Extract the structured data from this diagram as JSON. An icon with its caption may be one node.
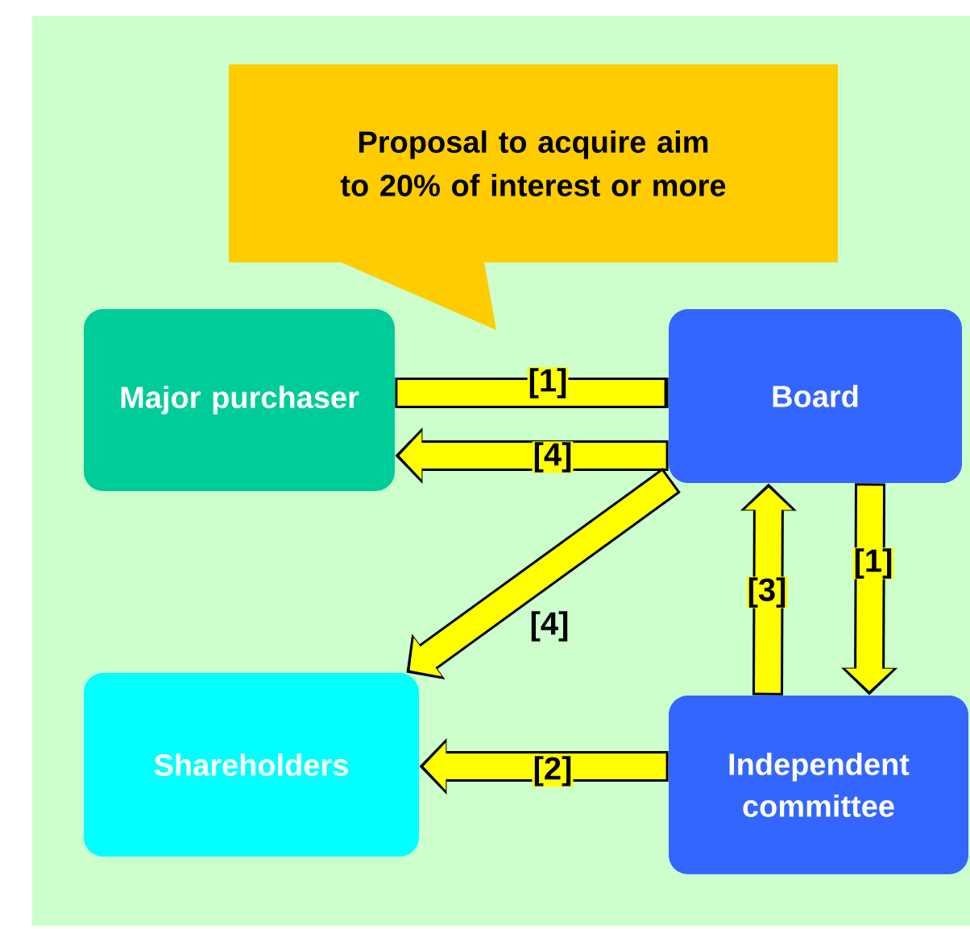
{
  "diagram": {
    "nodes": [
      {
        "text": [
          "Proposal to acquire aim to 20% of interest or more"
        ]
      },
      {
        "text": [
          "Major purchaser"
        ]
      },
      {
        "text": [
          "Board"
        ]
      },
      {
        "text": [
          "Shareholders"
        ]
      },
      {
        "text": [
          "Independent committee"
        ]
      }
    ],
    "edges": [
      {
        "from": 1,
        "to": 2,
        "arrow": "none",
        "label": "[1]"
      },
      {
        "from": 2,
        "to": 1,
        "arrow": "to",
        "label": "[4]"
      },
      {
        "from": 2,
        "to": 3,
        "arrow": "to",
        "label": "[4]"
      },
      {
        "from": 4,
        "to": 2,
        "arrow": "to",
        "label": "[3]"
      },
      {
        "from": 2,
        "to": 4,
        "arrow": "to",
        "label": "[1]"
      },
      {
        "from": 4,
        "to": 3,
        "arrow": "to",
        "label": "[2]"
      }
    ]
  }
}
